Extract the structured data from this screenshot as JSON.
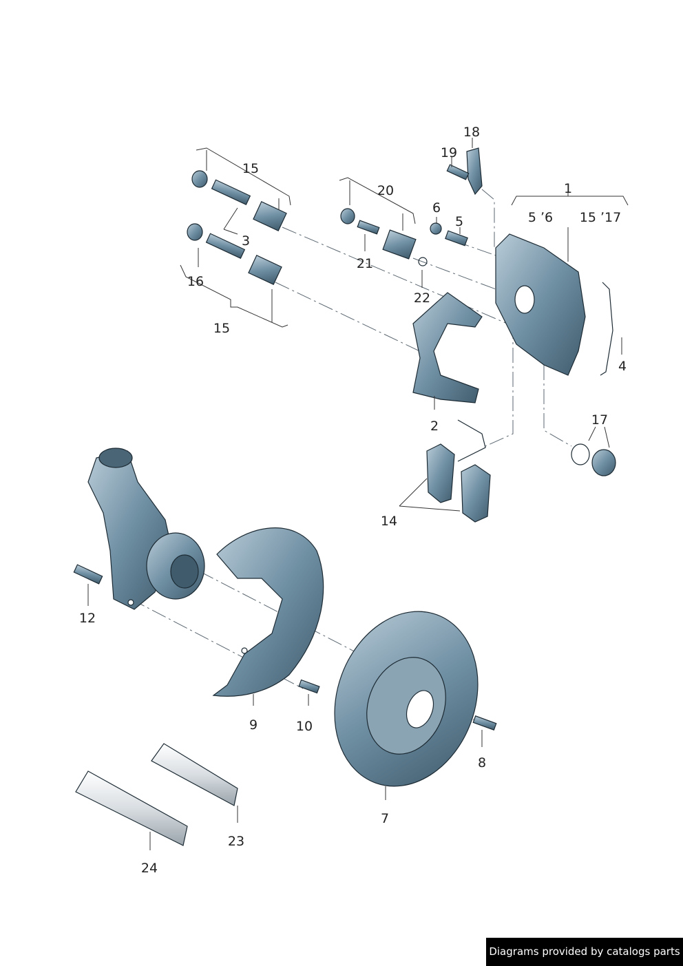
{
  "callouts": {
    "c1": "1",
    "c2": "2",
    "c3": "3",
    "c4": "4",
    "c5": "5",
    "c6": "6",
    "c7": "7",
    "c8": "8",
    "c9": "9",
    "c10": "10",
    "c12": "12",
    "c14": "14",
    "c15a": "15",
    "c15b": "15",
    "c16": "16",
    "c17": "17",
    "c18": "18",
    "c19": "19",
    "c20": "20",
    "c21": "21",
    "c22": "22",
    "c23": "23",
    "c24": "24",
    "sub1a": "5 ʼ6",
    "sub1b": "15 ʼ17"
  },
  "credit": "Diagrams provided by catalogs parts",
  "colors": {
    "part_fill": "#6f8fa3",
    "part_dark": "#3f5b6c",
    "outline": "#1c2a33",
    "tube": "#d9dee2"
  }
}
